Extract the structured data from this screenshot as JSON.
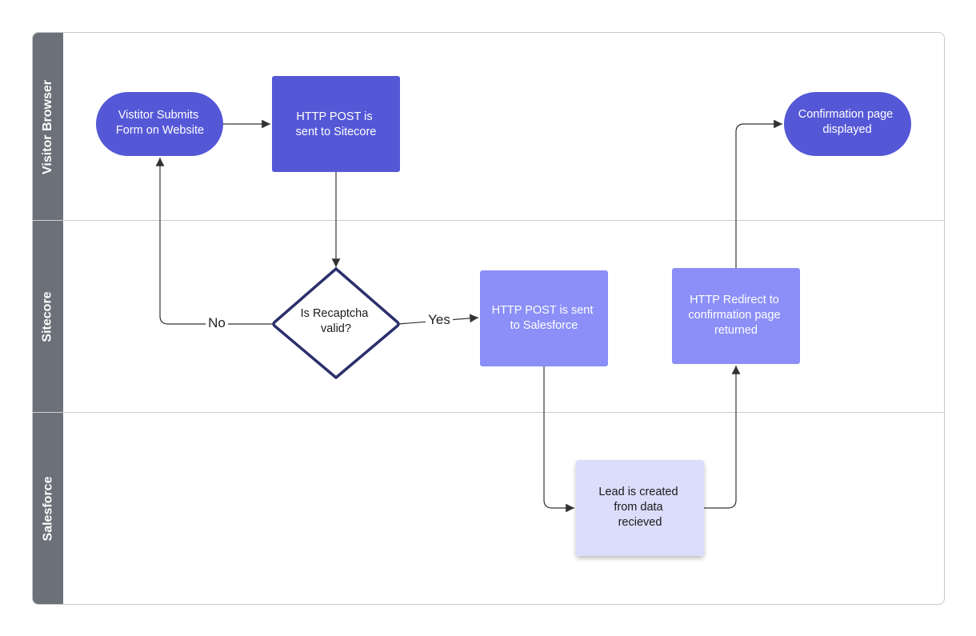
{
  "lanes": [
    {
      "id": "browser",
      "label": "Visitor Browser"
    },
    {
      "id": "sitecore",
      "label": "Sitecore"
    },
    {
      "id": "salesforce",
      "label": "Salesforce"
    }
  ],
  "nodes": {
    "visitor_submits": {
      "lines": [
        "Vistitor Submits",
        "Form on Website"
      ],
      "shape": "rounded-pill",
      "fill": "#5558d6",
      "text_color": "#ffffff"
    },
    "post_sitecore": {
      "lines": [
        "HTTP POST is",
        "sent to Sitecore"
      ],
      "shape": "rect",
      "fill": "#5558d6",
      "text_color": "#ffffff"
    },
    "confirmation": {
      "lines": [
        "Confirmation page",
        "displayed"
      ],
      "shape": "rounded-pill",
      "fill": "#5558d6",
      "text_color": "#ffffff"
    },
    "recaptcha": {
      "lines": [
        "Is Recaptcha",
        "valid?"
      ],
      "shape": "diamond",
      "fill": "#ffffff",
      "stroke": "#2b2f6b",
      "text_color": "#1a1a1a"
    },
    "post_salesforce": {
      "lines": [
        "HTTP POST is sent",
        "to Salesforce"
      ],
      "shape": "rect",
      "fill": "#8b8ff7",
      "text_color": "#ffffff"
    },
    "redirect": {
      "lines": [
        "HTTP Redirect to",
        "confirmation page",
        "returned"
      ],
      "shape": "rect",
      "fill": "#8b8ff7",
      "text_color": "#ffffff"
    },
    "lead_created": {
      "lines": [
        "Lead is created",
        "from data",
        "recieved"
      ],
      "shape": "rect",
      "fill": "#dcdcfb",
      "text_color": "#1a1a1a"
    }
  },
  "edges": {
    "no_label": "No",
    "yes_label": "Yes"
  },
  "colors": {
    "lane_label_bg": "#6b7079",
    "edge": "#333333",
    "border": "#c9c9c9"
  }
}
